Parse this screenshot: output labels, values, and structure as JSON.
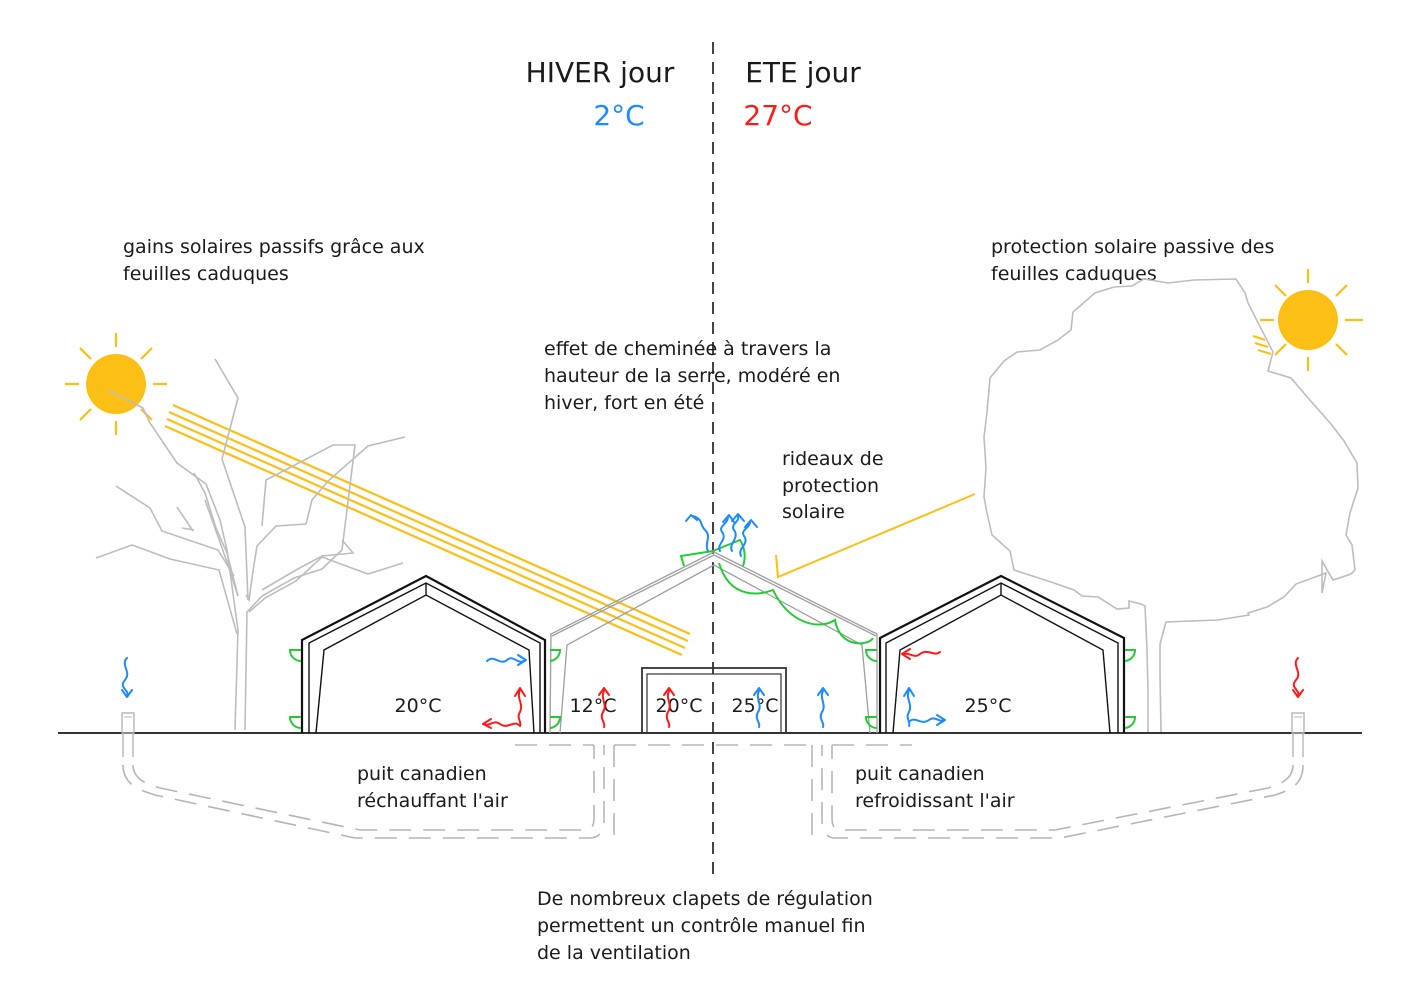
{
  "diagram": {
    "left_panel": {
      "title": "HIVER jour",
      "outside_temp": "2°C",
      "outside_temp_color": "#1a8cff",
      "sun_note": [
        "gains solaires passifs grâce aux",
        "feuilles caduques"
      ],
      "room_temps": [
        "20°C",
        "12°C",
        "20°C"
      ],
      "ground_note": [
        "puit canadien",
        "réchauffant l'air"
      ]
    },
    "right_panel": {
      "title": "ETE jour",
      "outside_temp": "27°C",
      "outside_temp_color": "#ff1a1a",
      "sun_note": [
        "protection solaire passive des",
        "feuilles caduques"
      ],
      "room_temps": [
        "25°C",
        "25°C"
      ],
      "curtain_note": [
        "rideaux de",
        "protection",
        "solaire"
      ],
      "ground_note": [
        "puit canadien",
        "refroidissant l'air"
      ]
    },
    "center_note": [
      "effet de cheminée à travers la",
      "hauteur de la serre, modéré en",
      "hiver, fort en été"
    ],
    "bottom_note": [
      "De nombreux clapets de régulation",
      "permettent un contrôle manuel fin",
      "de la ventilation"
    ],
    "colors": {
      "warm": "#ff1a1a",
      "cool": "#1a8cff",
      "sun": "#fbbf16",
      "flap": "#22cc33",
      "tree": "#bdbdbd"
    }
  }
}
